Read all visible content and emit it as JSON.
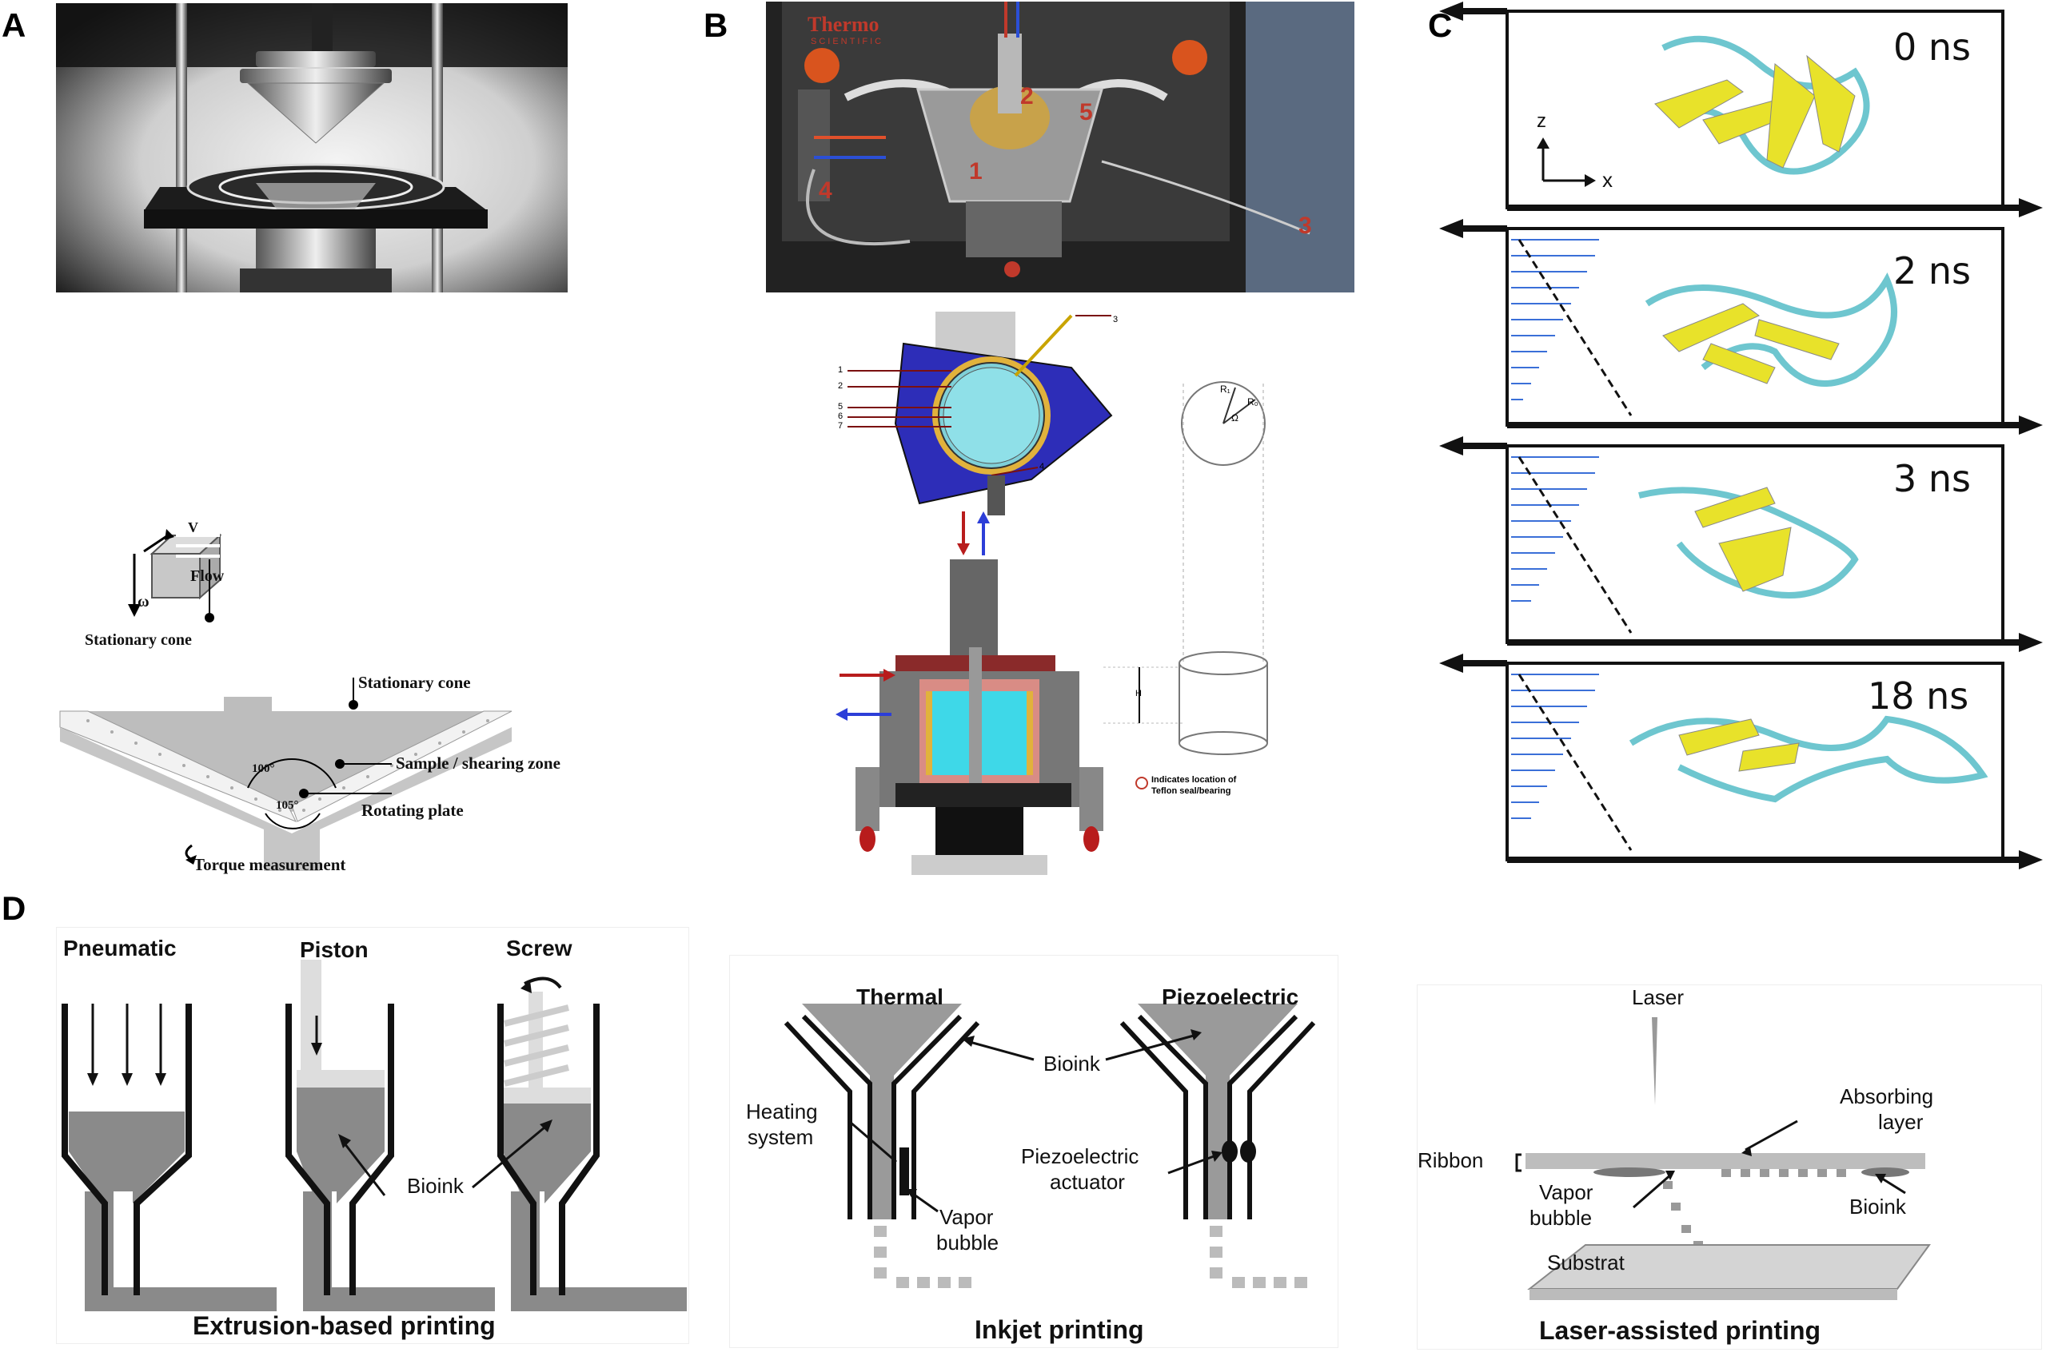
{
  "panels": {
    "a": "A",
    "b": "B",
    "c": "C",
    "d": "D"
  },
  "panel_a": {
    "flow_label": "Flow",
    "v_label": "V",
    "omega_label": "ω",
    "stationary_cone_small": "Stationary cone",
    "stationary_cone": "Stationary cone",
    "sample_zone": "Sample / shearing zone",
    "rotating_plate": "Rotating plate",
    "angle_100": "100°",
    "angle_105": "105°",
    "torque": "Torque measurement"
  },
  "panel_b": {
    "brand": "Thermo",
    "brand_sub": "SCIENTIFIC",
    "photo_numbers": [
      "1",
      "2",
      "3",
      "4",
      "5"
    ],
    "drawing_numbers": [
      "1",
      "2",
      "3",
      "4",
      "5",
      "6",
      "7"
    ],
    "r1": "R₁",
    "r0": "R₀",
    "omega": "Ω",
    "h": "H",
    "seal_note_1": "Indicates location of",
    "seal_note_2": "Teflon seal/bearing"
  },
  "panel_c": {
    "times": [
      "0 ns",
      "2 ns",
      "3 ns",
      "18 ns"
    ],
    "axis_z": "z",
    "axis_x": "x"
  },
  "panel_d": {
    "extrusion": {
      "titles": [
        "Pneumatic",
        "Piston",
        "Screw"
      ],
      "bioink": "Bioink",
      "caption": "Extrusion-based printing"
    },
    "inkjet": {
      "titles": [
        "Thermal",
        "Piezoelectric"
      ],
      "bioink": "Bioink",
      "heating_1": "Heating",
      "heating_2": "system",
      "vapor_1": "Vapor",
      "vapor_2": "bubble",
      "piezo_1": "Piezoelectric",
      "piezo_2": "actuator",
      "caption": "Inkjet printing"
    },
    "laser": {
      "laser": "Laser",
      "absorbing_1": "Absorbing",
      "absorbing_2": "layer",
      "ribbon": "Ribbon",
      "vapor_1": "Vapor",
      "vapor_2": "bubble",
      "bioink": "Bioink",
      "substrat": "Substrat",
      "caption": "Laser-assisted printing"
    }
  }
}
